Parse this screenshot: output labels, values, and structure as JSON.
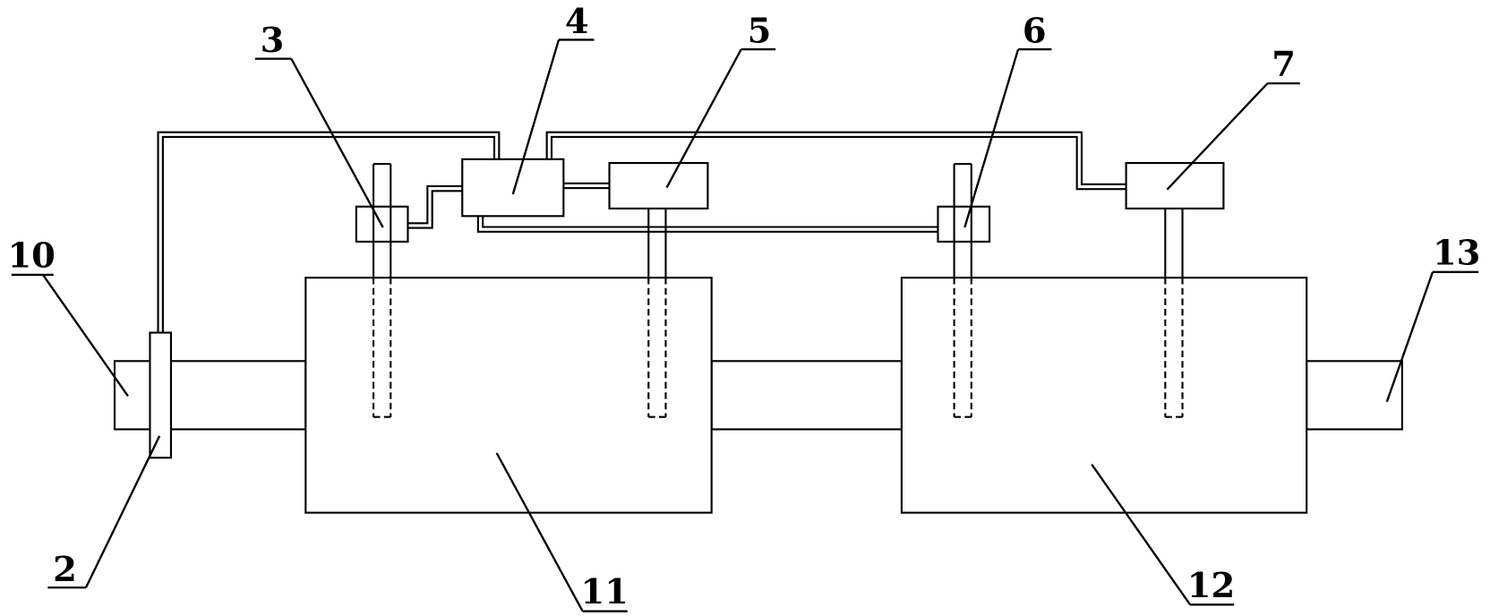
{
  "callouts": {
    "part_2": "2",
    "part_3": "3",
    "part_4": "4",
    "part_5": "5",
    "part_6": "6",
    "part_7": "7",
    "part_10": "10",
    "part_11": "11",
    "part_12": "12",
    "part_13": "13"
  },
  "colors": {
    "ink": "#000000",
    "background": "#ffffff"
  }
}
